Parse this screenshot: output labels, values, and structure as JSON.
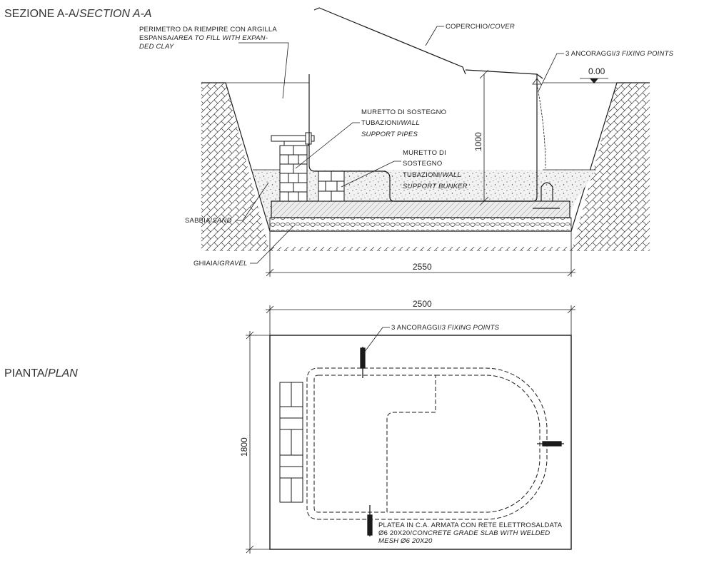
{
  "section": {
    "title_it": "SEZIONE A-A/",
    "title_en": "SECTION A-A",
    "perimeter_l1": "PERIMETRO DA RIEMPIRE CON ARGILLA",
    "perimeter_l2_it": "ESPANSA/",
    "perimeter_l2_en": "AREA TO FILL WITH EXPAN-",
    "perimeter_l3_en": "DED CLAY",
    "cover_it": "COPERCHIO/",
    "cover_en": "COVER",
    "fixing_it": "3 ANCORAGGI/",
    "fixing_en": "3 FIXING POINTS",
    "level": "0.00",
    "wall_pipes_l1": "MURETTO DI SOSTEGNO",
    "wall_pipes_l2_it": "TUBAZIONI/",
    "wall_pipes_l2_en": "WALL",
    "wall_pipes_l3_en": "SUPPORT PIPES",
    "wall_bunker_l1": "MURETTO DI",
    "wall_bunker_l2": "SOSTEGNO",
    "wall_bunker_l3_it": "TUBAZIONI/",
    "wall_bunker_l3_en": "WALL",
    "wall_bunker_l4_en": "SUPPORT BUNKER",
    "sand_it": "SABBIA/",
    "sand_en": "SAND",
    "gravel_it": "GHIAIA/",
    "gravel_en": "GRAVEL",
    "dim_height": "1000",
    "dim_width": "2550"
  },
  "plan": {
    "title_it": "PIANTA/",
    "title_en": "PLAN",
    "dim_width": "2500",
    "dim_height": "1800",
    "fixing_it": "3 ANCORAGGI/",
    "fixing_en": "3 FIXING POINTS",
    "slab_l1": "PLATEA IN C.A. ARMATA CON RETE ELETTROSALDATA",
    "slab_l2_it": "Ø6 20X20/",
    "slab_l2_en": "CONCRETE GRADE SLAB WITH WELDED",
    "slab_l3_en": "MESH Ø6 20X20"
  }
}
